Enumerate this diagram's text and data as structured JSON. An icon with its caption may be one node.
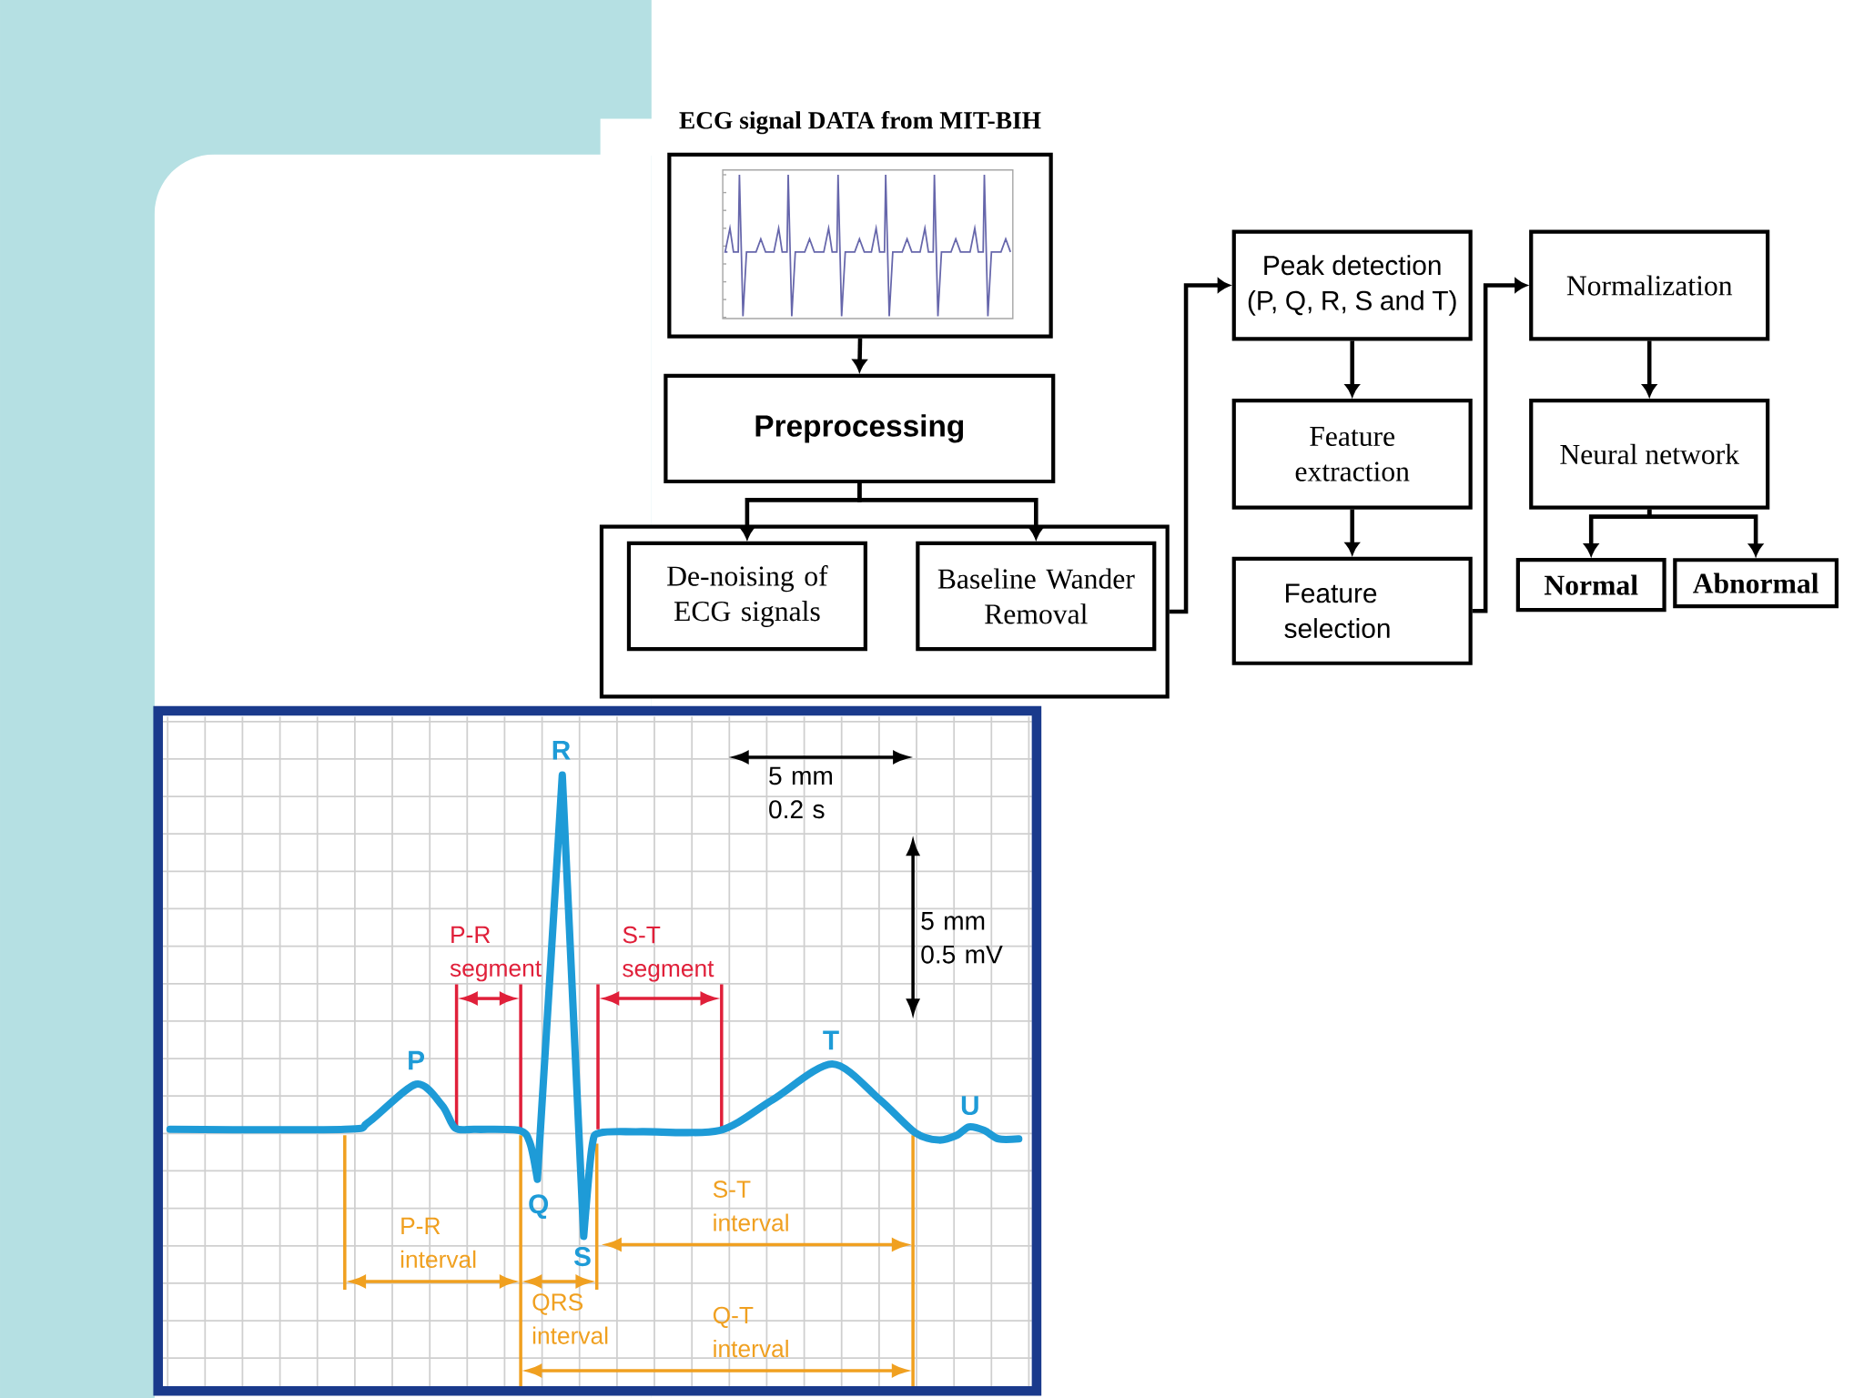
{
  "diagram": {
    "nodes": [
      {
        "text": [
          "ECG signal DATA from MIT-BIH"
        ]
      },
      {
        "text": [
          "Preprocessing"
        ]
      },
      {
        "text": [],
        "shape": "box"
      },
      {
        "text": [
          "De-noising of ECG signals"
        ],
        "in": 2
      },
      {
        "text": [
          "Baseline Wander Removal"
        ],
        "in": 2
      },
      {
        "text": [
          "Peak detection (P, Q, R, S and T)"
        ]
      },
      {
        "text": [
          "Feature extraction"
        ]
      },
      {
        "text": [
          "Feature selection"
        ]
      },
      {
        "text": [
          "Normalization"
        ]
      },
      {
        "text": [
          "Neural network"
        ]
      },
      {
        "text": [
          "Normal"
        ]
      },
      {
        "text": [
          "Abnormal"
        ]
      }
    ],
    "edges": [
      {
        "from": 0,
        "to": 1,
        "arrow": "to"
      },
      {
        "from": 1,
        "to": 3,
        "arrow": "to"
      },
      {
        "from": 1,
        "to": 4,
        "arrow": "to"
      },
      {
        "from": 2,
        "to": 5,
        "arrow": "to"
      },
      {
        "from": 5,
        "to": 6,
        "arrow": "to"
      },
      {
        "from": 6,
        "to": 7,
        "arrow": "to"
      },
      {
        "from": 7,
        "to": 8,
        "arrow": "to"
      },
      {
        "from": 8,
        "to": 9,
        "arrow": "to"
      },
      {
        "from": 9,
        "to": 10,
        "arrow": "to"
      },
      {
        "from": 9,
        "to": 11,
        "arrow": "to"
      }
    ],
    "labels": [
      "R",
      "5 mm 0.2 s",
      "5 mm 0.5 mV",
      "P-R segment",
      "S-T segment",
      "P",
      "T",
      "U",
      "Q",
      "S-T interval",
      "P-R interval",
      "S",
      "QRS interval",
      "Q-T interval"
    ]
  }
}
